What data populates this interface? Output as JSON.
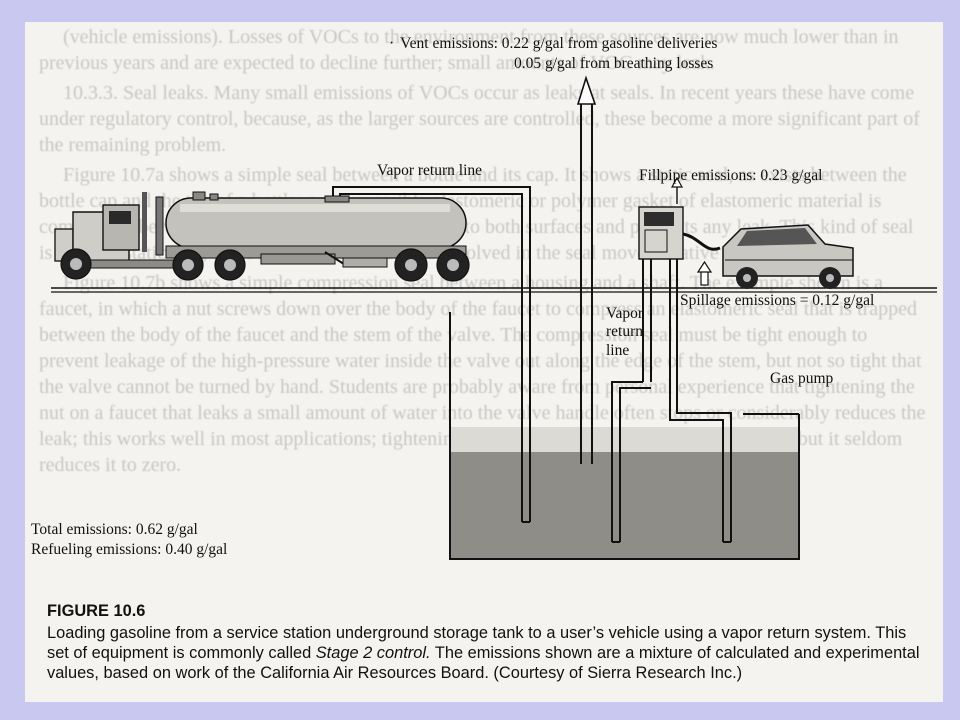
{
  "background_text": [
    "(vehicle emissions). Losses of VOCs to the environment from these sources are now much lower than in previous years and are expected to decline further; small amounts of VOC may leak.",
    "10.3.3. Seal leaks. Many small emissions of VOCs occur as leaks at seals. In recent years these have come under regulatory control, because, as the larger sources are controlled, these become a more significant part of the remaining problem.",
    "Figure 10.7a shows a simple seal between a bottle and its cap. It shows a static seal, as exists between the bottle cap and the top of a bottle; a compressible elastomeric or polymer gasket of elastomeric material is compressed between the surfaces so that it conforms to both surfaces and prevents any leak. This kind of seal is called a static seal, since neither of the surfaces involved in the seal moves relative to the other.",
    "Figure 10.7b shows a simple compression seal between a housing and a shaft. The example shown is a faucet, in which a nut screws down over the body of the faucet to compress an elastomeric seal that is trapped between the body of the faucet and the stem of the valve. The compression seal must be tight enough to prevent leakage of the high-pressure water inside the valve out along the edge of the stem, but not so tight that the valve cannot be turned by hand. Students are probably aware from personal experience that tightening the nut on a faucet that leaks a small amount of water into the valve handle often stops or considerably reduces the leak; this works well in most applications; tightening the nut reduces the leak to a small value, but it seldom reduces it to zero."
  ],
  "labels": {
    "vent_line1": "Vent emissions:  0.22 g/gal from gasoline deliveries",
    "vent_line2": "0.05 g/gal from breathing losses",
    "vapor_return_top": "Vapor return line",
    "fillpipe": "Fillpipe emissions:  0.23 g/gal",
    "spillage": "Spillage emissions = 0.12 g/gal",
    "vapor_return_mid_1": "Vapor",
    "vapor_return_mid_2": "return",
    "vapor_return_mid_3": "line",
    "gas_pump": "Gas pump",
    "total": "Total emissions:  0.62 g/gal",
    "refueling": "Refueling emissions:  0.40 g/gal"
  },
  "caption": {
    "figure_number": "FIGURE 10.6",
    "text_before_italic": "Loading gasoline from a service station underground storage tank to a user’s vehicle using a vapor return system. This set of equipment is commonly called ",
    "italic": "Stage 2 control.",
    "text_after_italic": " The emissions shown are a mixture of calculated and experimental values, based on work of the California Air Resources Board. (Courtesy of Sierra Research Inc.)"
  }
}
